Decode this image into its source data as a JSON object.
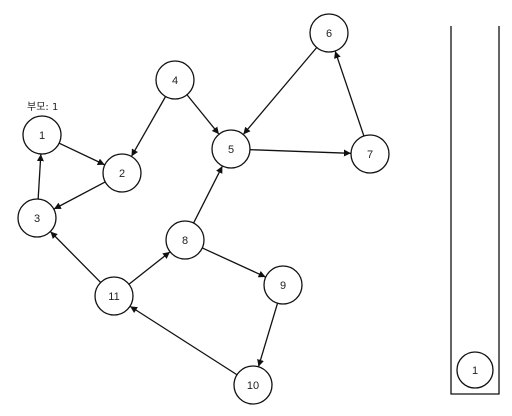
{
  "diagram": {
    "annotation": {
      "text": "부모: 1",
      "node": "1"
    },
    "nodes": [
      {
        "id": "1",
        "label": "1",
        "color": "#222222"
      },
      {
        "id": "2",
        "label": "2",
        "color": "#222222"
      },
      {
        "id": "3",
        "label": "3",
        "color": "#222222"
      },
      {
        "id": "4",
        "label": "4",
        "color": "#1f3a7a"
      },
      {
        "id": "5",
        "label": "5",
        "color": "#222222"
      },
      {
        "id": "6",
        "label": "6",
        "color": "#222222"
      },
      {
        "id": "7",
        "label": "7",
        "color": "#222222"
      },
      {
        "id": "8",
        "label": "8",
        "color": "#222222"
      },
      {
        "id": "9",
        "label": "9",
        "color": "#222222"
      },
      {
        "id": "10",
        "label": "10",
        "color": "#222222"
      },
      {
        "id": "11",
        "label": "11",
        "color": "#7a3a1f"
      }
    ],
    "edges": [
      {
        "from": "1",
        "to": "2"
      },
      {
        "from": "2",
        "to": "3"
      },
      {
        "from": "3",
        "to": "1"
      },
      {
        "from": "4",
        "to": "2"
      },
      {
        "from": "4",
        "to": "5"
      },
      {
        "from": "5",
        "to": "7"
      },
      {
        "from": "7",
        "to": "6"
      },
      {
        "from": "6",
        "to": "5"
      },
      {
        "from": "8",
        "to": "5"
      },
      {
        "from": "8",
        "to": "9"
      },
      {
        "from": "9",
        "to": "10"
      },
      {
        "from": "10",
        "to": "11"
      },
      {
        "from": "11",
        "to": "8"
      },
      {
        "from": "11",
        "to": "3"
      }
    ],
    "stack": {
      "items": [
        {
          "label": "1"
        }
      ]
    }
  }
}
